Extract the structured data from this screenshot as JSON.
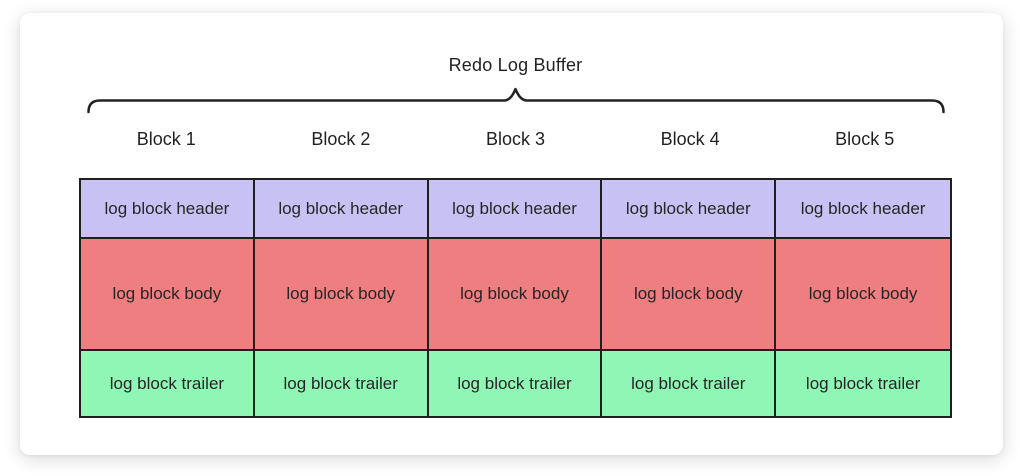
{
  "title": "Redo Log Buffer",
  "block_labels": [
    "Block 1",
    "Block 2",
    "Block 3",
    "Block 4",
    "Block 5"
  ],
  "table": {
    "rows": [
      {
        "name": "log block header",
        "fill": "#c7c2f3",
        "cells": [
          "log block header",
          "log block header",
          "log block header",
          "log block header",
          "log block header"
        ]
      },
      {
        "name": "log block body",
        "fill": "#ef7e80",
        "cells": [
          "log block body",
          "log block body",
          "log block body",
          "log block body",
          "log block body"
        ]
      },
      {
        "name": "log block trailer",
        "fill": "#90f6b6",
        "cells": [
          "log block trailer",
          "log block trailer",
          "log block trailer",
          "log block trailer",
          "log block trailer"
        ]
      }
    ]
  },
  "colors": {
    "header_fill": "#c7c2f3",
    "body_fill": "#ef7e80",
    "trailer_fill": "#90f6b6",
    "border": "#1f1f1f",
    "text": "#222222",
    "card_background": "#ffffff"
  }
}
